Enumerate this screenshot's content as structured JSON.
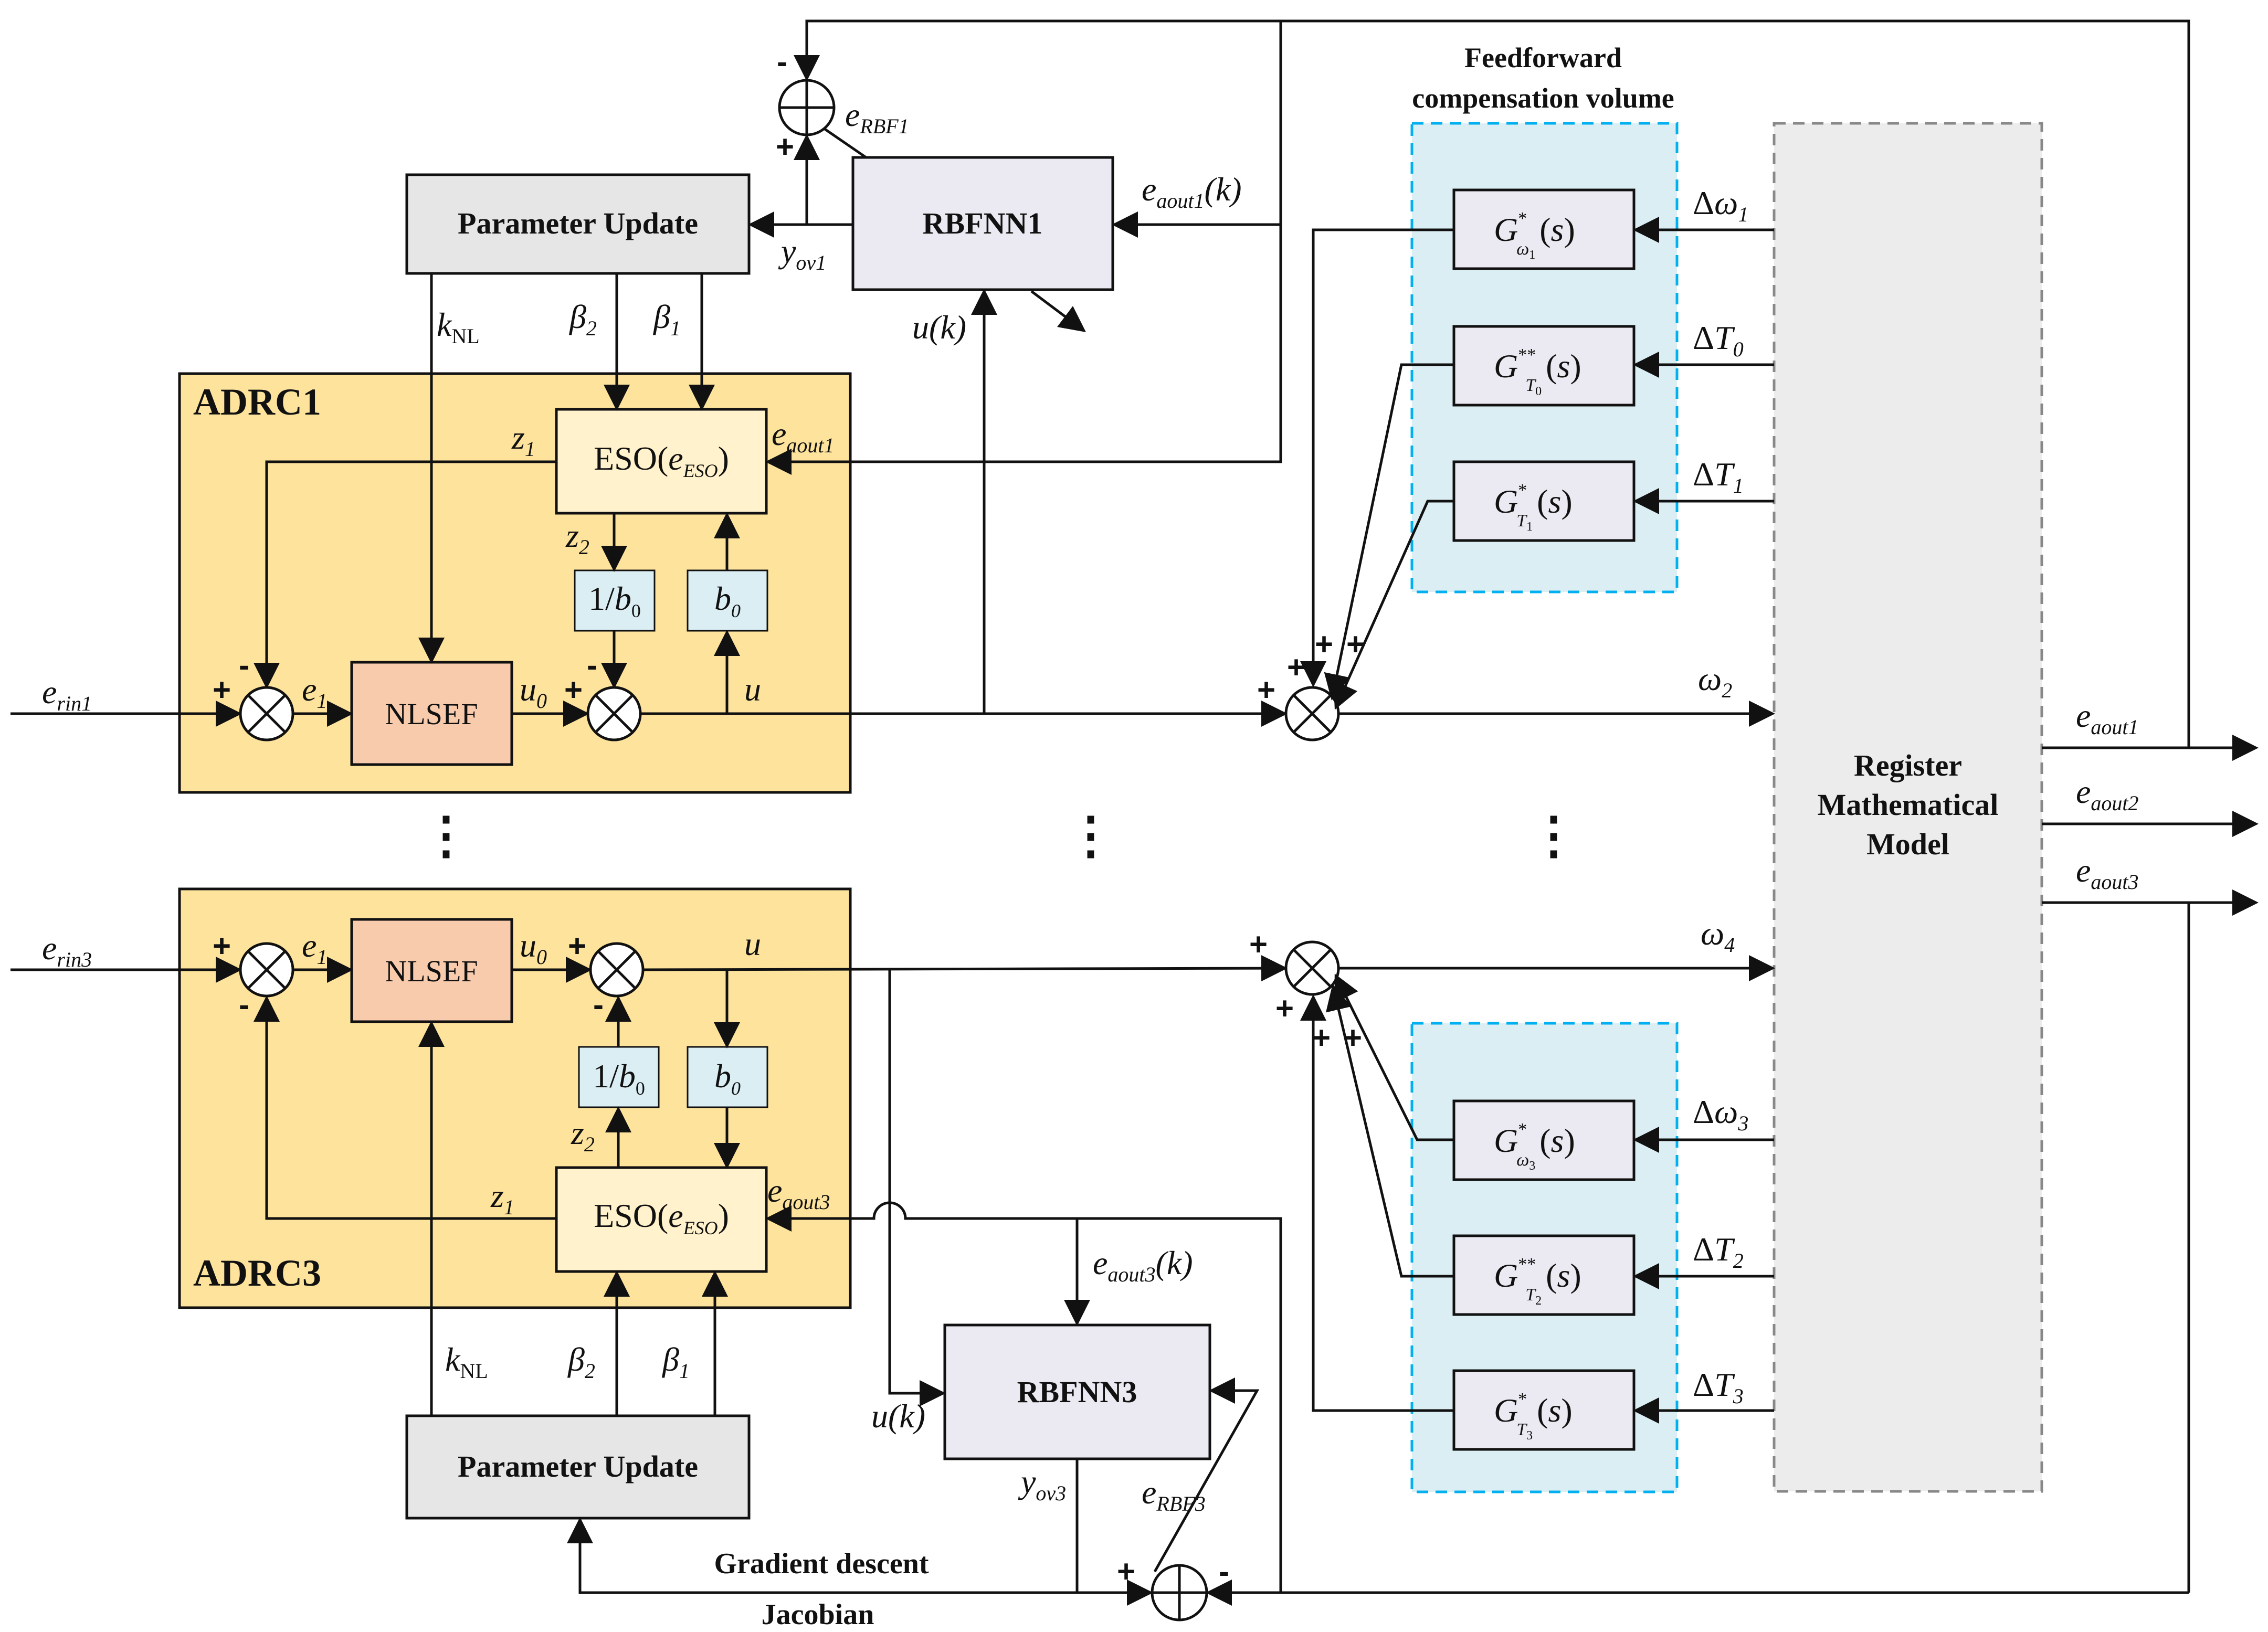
{
  "labels": {
    "ff_title_1": "Feedforward",
    "ff_title_2": "compensation volume",
    "param_update_1": "Parameter Update",
    "param_update_3": "Parameter Update",
    "rbfnn1": "RBFNN1",
    "rbfnn3": "RBFNN3",
    "adrc1": "ADRC1",
    "adrc3": "ADRC3",
    "nlsef": "NLSEF",
    "register_1": "Register",
    "register_2": "Mathematical",
    "register_3": "Model",
    "gradient": "Gradient descent",
    "jacobian": "Jacobian",
    "ellipsis": "⋮"
  },
  "signals": {
    "e_rin1": {
      "base": "e",
      "sub": "rin1"
    },
    "e_rin3": {
      "base": "e",
      "sub": "rin3"
    },
    "e1": {
      "base": "e",
      "sub": "1"
    },
    "u0": {
      "base": "u",
      "sub": "0"
    },
    "u": "u",
    "z1": {
      "base": "z",
      "sub": "1"
    },
    "z2": {
      "base": "z",
      "sub": "2"
    },
    "k_nl": {
      "base": "k",
      "sub": "NL"
    },
    "beta1": {
      "base": "β",
      "sub": "1"
    },
    "beta2": {
      "base": "β",
      "sub": "2"
    },
    "eso": {
      "base": "ESO(",
      "it": "e",
      "sub": "ESO",
      "tail": ")"
    },
    "inv_b0": {
      "base": "1/",
      "it": "b",
      "sub": "0"
    },
    "b0": {
      "base": "b",
      "sub": "0"
    },
    "e_aout1_in": {
      "base": "e",
      "sub": "aout1"
    },
    "e_aout3_in": {
      "base": "e",
      "sub": "aout3"
    },
    "e_aout1_k": {
      "base": "e",
      "sub": "aout1",
      "tail": "(k)"
    },
    "e_aout3_k": {
      "base": "e",
      "sub": "aout3",
      "tail": "(k)"
    },
    "u_k": "u(k)",
    "e_rbf1": {
      "base": "e",
      "sub": "RBF1"
    },
    "e_rbf3": {
      "base": "e",
      "sub": "RBF3"
    },
    "y_ov1": {
      "base": "y",
      "sub": "ov1"
    },
    "y_ov3": {
      "base": "y",
      "sub": "ov3"
    },
    "omega2": {
      "base": "ω",
      "sub": "2"
    },
    "omega4": {
      "base": "ω",
      "sub": "4"
    },
    "d_omega1": {
      "pre": "Δ",
      "base": "ω",
      "sub": "1"
    },
    "d_T0": {
      "pre": "Δ",
      "base": "T",
      "sub": "0"
    },
    "d_T1": {
      "pre": "Δ",
      "base": "T",
      "sub": "1"
    },
    "d_omega3": {
      "pre": "Δ",
      "base": "ω",
      "sub": "3"
    },
    "d_T2": {
      "pre": "Δ",
      "base": "T",
      "sub": "2"
    },
    "d_T3": {
      "pre": "Δ",
      "base": "T",
      "sub": "3"
    },
    "out1": {
      "base": "e",
      "sub": "aout1"
    },
    "out2": {
      "base": "e",
      "sub": "aout2"
    },
    "out3": {
      "base": "e",
      "sub": "aout3"
    }
  },
  "transfer_functions": {
    "g_omega1": {
      "star": "*",
      "sub": "ω1"
    },
    "g_T0": {
      "star": "**",
      "sub": "T0"
    },
    "g_T1": {
      "star": "*",
      "sub": "T1"
    },
    "g_omega3": {
      "star": "*",
      "sub": "ω3"
    },
    "g_T2": {
      "star": "**",
      "sub": "T2"
    },
    "g_T3": {
      "star": "*",
      "sub": "T3"
    }
  },
  "signs": {
    "plus": "+",
    "minus": "-"
  },
  "colors": {
    "adrc_fill": "#fde39c",
    "eso_fill": "#fff2cc",
    "nlsef_fill": "#f8cbad",
    "gain_fill": "#dbeef4",
    "ff_fill": "#dbeef4",
    "ff_border": "#00b0f0",
    "param_fill": "#e7e6e6",
    "rbfnn_fill": "#ebe9f1",
    "register_fill": "#ececec",
    "tf_fill": "#ebe9f1"
  }
}
